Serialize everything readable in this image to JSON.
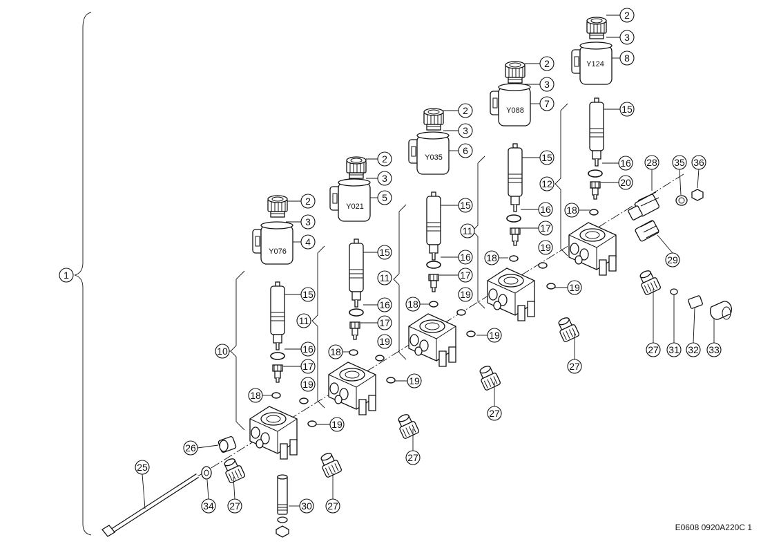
{
  "drawing_ref": "E0608 0920A220C 1",
  "solenoid_labels": [
    "Y076",
    "Y021",
    "Y035",
    "Y088",
    "Y124"
  ],
  "callouts": {
    "c1": "1",
    "c10": "10",
    "c11a": "11",
    "c11b": "11",
    "c11c": "11",
    "c12": "12",
    "v1": {
      "c2": "2",
      "c3": "3",
      "csol": "4",
      "c15": "15",
      "c16": "16",
      "c17": "17",
      "c18": "18",
      "c19a": "19",
      "c19b": "19"
    },
    "v2": {
      "c2": "2",
      "c3": "3",
      "csol": "5",
      "c15": "15",
      "c16": "16",
      "c17": "17",
      "c18": "18",
      "c19a": "19",
      "c19b": "19",
      "c27": "27"
    },
    "v3": {
      "c2": "2",
      "c3": "3",
      "csol": "6",
      "c15": "15",
      "c16": "16",
      "c17": "17",
      "c18": "18",
      "c19a": "19",
      "c19b": "19",
      "c27": "27"
    },
    "v4": {
      "c2": "2",
      "c3": "3",
      "csol": "7",
      "c15": "15",
      "c16": "16",
      "c17": "17",
      "c18": "18",
      "c19a": "19",
      "c19b": "19",
      "c27": "27"
    },
    "v5": {
      "c2": "2",
      "c3": "3",
      "csol": "8",
      "c15": "15",
      "c16": "16",
      "c20": "20",
      "c18": "18",
      "c27": "27"
    },
    "c25": "25",
    "c26": "26",
    "c34": "34",
    "c27l": "27",
    "c30": "30",
    "c27m": "27",
    "c28": "28",
    "c35": "35",
    "c36": "36",
    "c29": "29",
    "c31": "31",
    "c32": "32",
    "c33": "33"
  }
}
